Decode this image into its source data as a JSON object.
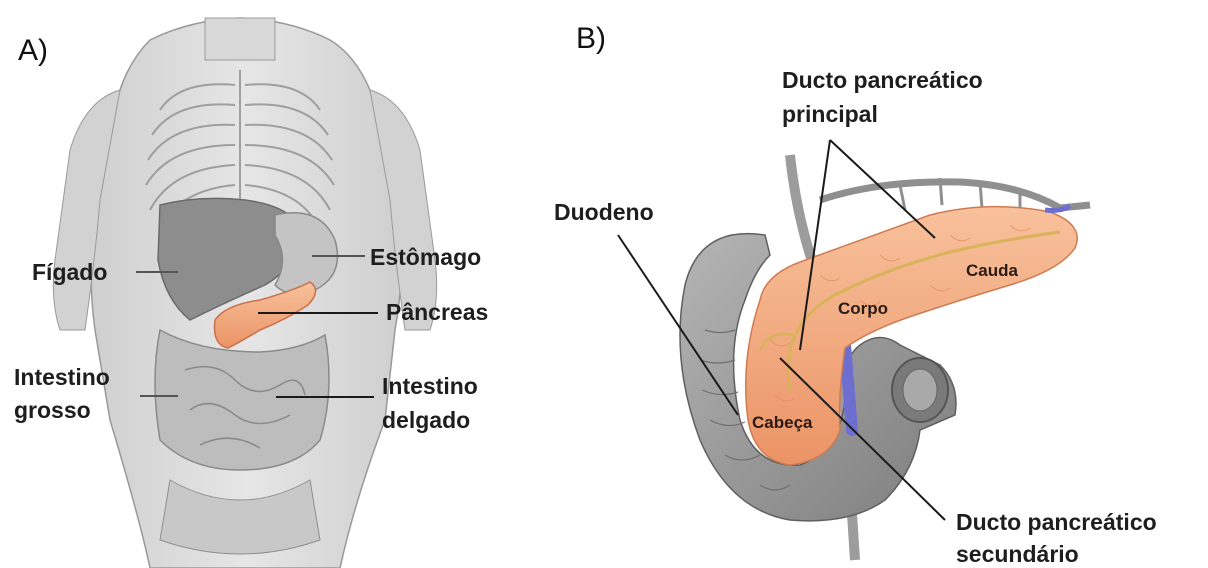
{
  "panel_a": {
    "letter": "A)",
    "labels": {
      "figado": "Fígado",
      "estomago": "Estômago",
      "pancreas": "Pâncreas",
      "intestino_grosso_1": "Intestino",
      "intestino_grosso_2": "grosso",
      "intestino_delgado_1": "Intestino",
      "intestino_delgado_2": "delgado"
    }
  },
  "panel_b": {
    "letter": "B)",
    "labels": {
      "ducto_principal_1": "Ducto pancreático",
      "ducto_principal_2": "principal",
      "duodeno": "Duodeno",
      "cauda": "Cauda",
      "corpo": "Corpo",
      "cabeca": "Cabeça",
      "ducto_secundario_1": "Ducto pancreático",
      "ducto_secundario_2": "secundário"
    }
  },
  "colors": {
    "pancreas": "#f2a67a",
    "pancreas_shadow": "#e8895c",
    "duct": "#d9b35a",
    "duodenum": "#9a9a9a",
    "vein": "#6e6ed0",
    "anatomy_gray": "#b8b8b8"
  }
}
